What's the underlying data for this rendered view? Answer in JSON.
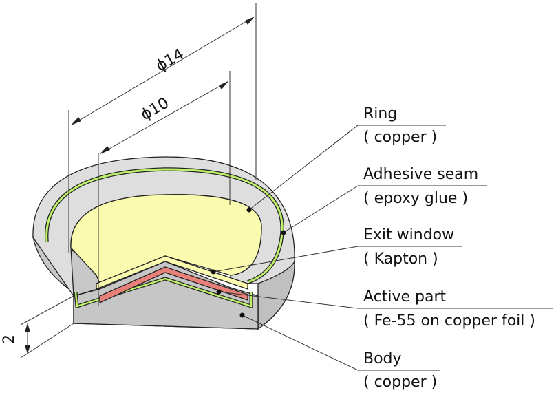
{
  "dimensions": {
    "outer_diameter": "ϕ14",
    "inner_diameter": "ϕ10",
    "thickness": "2"
  },
  "labels": [
    {
      "id": "ring",
      "name": "Ring",
      "material": "( copper )"
    },
    {
      "id": "adhesive",
      "name": "Adhesive seam",
      "material": "( epoxy glue )"
    },
    {
      "id": "window",
      "name": "Exit window",
      "material": "( Kapton )"
    },
    {
      "id": "active",
      "name": "Active part",
      "material": "( Fe-55 on copper foil )"
    },
    {
      "id": "body",
      "name": "Body",
      "material": "( copper )"
    }
  ],
  "colors": {
    "copper_gray": "#d7d7d7",
    "copper_side": "#c4c4c4",
    "glue_green": "#bff06a",
    "kapton_yellow": "#fbfbb0",
    "active_red": "#e8807a"
  }
}
